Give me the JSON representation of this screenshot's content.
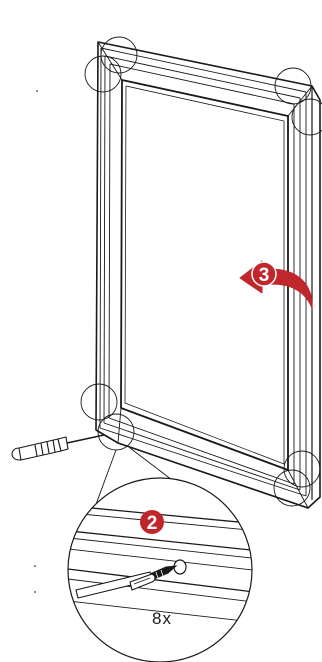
{
  "steps": {
    "unscrew": {
      "number": "2",
      "color": "#c0272d"
    },
    "open_frame": {
      "number": "3",
      "color": "#c0272d"
    }
  },
  "quantity_label": "8x",
  "icons": [
    "screwdriver-icon",
    "rotate-arrow-icon",
    "screw-icon"
  ],
  "colors": {
    "line": "#1a1a1a",
    "frame_fill": "#ffffff",
    "accent": "#c0272d"
  }
}
